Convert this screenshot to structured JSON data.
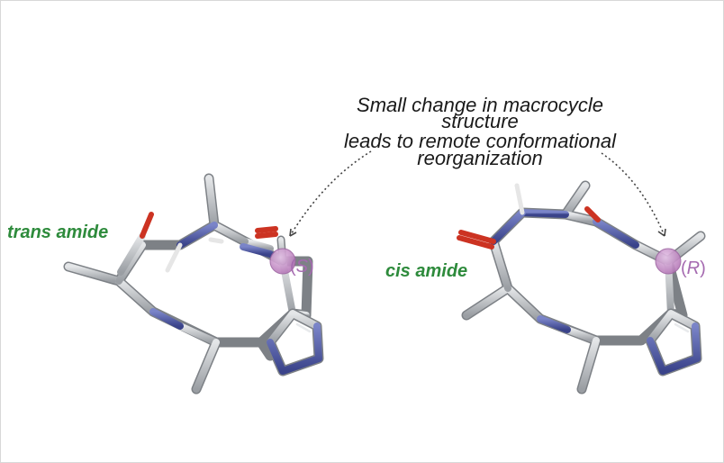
{
  "caption": {
    "line1": "Small change in macrocycle",
    "line2": "structure",
    "line3": "leads to remote conformational",
    "line4": "reorganization"
  },
  "left_molecule": {
    "amide_label": "trans amide",
    "stereo_label": "S"
  },
  "right_molecule": {
    "amide_label": "cis amide",
    "stereo_label": "R"
  },
  "colors": {
    "carbon": "#b4b8bd",
    "carbon_dark": "#8c9095",
    "nitrogen": "#4b56a6",
    "oxygen": "#cc3322",
    "hydrogen": "#e6e6e6",
    "stereocenter": "#c58bc6",
    "amide_label": "#2e8b3c",
    "stereo_label": "#a56ab0"
  }
}
